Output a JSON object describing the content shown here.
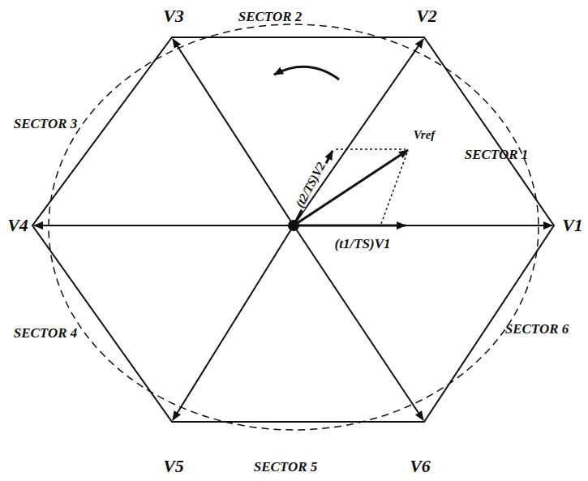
{
  "diagram": {
    "labels": [
      "V3",
      "SECTOR 2",
      "V2",
      "SECTOR 3",
      "SECTOR 1",
      "(t2/TS)V2",
      "Vref",
      "V4",
      "V1",
      "(t1/TS)V1",
      "SECTOR 4",
      "SECTOR 6",
      "V5",
      "SECTOR 5",
      "V6"
    ]
  }
}
